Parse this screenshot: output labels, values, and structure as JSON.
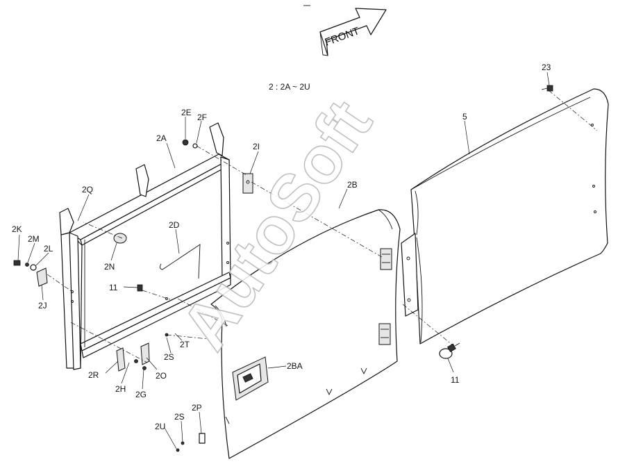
{
  "header": {
    "front_label": "FRONT",
    "range_note": "2 : 2A ~ 2U"
  },
  "watermark": "AutoSoft",
  "callouts": [
    {
      "id": "2A",
      "text": "2A"
    },
    {
      "id": "2B",
      "text": "2B"
    },
    {
      "id": "2BA",
      "text": "2BA"
    },
    {
      "id": "2D",
      "text": "2D"
    },
    {
      "id": "2E",
      "text": "2E"
    },
    {
      "id": "2F",
      "text": "2F"
    },
    {
      "id": "2G",
      "text": "2G"
    },
    {
      "id": "2H",
      "text": "2H"
    },
    {
      "id": "2I",
      "text": "2I"
    },
    {
      "id": "2J",
      "text": "2J"
    },
    {
      "id": "2K",
      "text": "2K"
    },
    {
      "id": "2L",
      "text": "2L"
    },
    {
      "id": "2M",
      "text": "2M"
    },
    {
      "id": "2N",
      "text": "2N"
    },
    {
      "id": "2O",
      "text": "2O"
    },
    {
      "id": "2P",
      "text": "2P"
    },
    {
      "id": "2Q",
      "text": "2Q"
    },
    {
      "id": "2R",
      "text": "2R"
    },
    {
      "id": "2S_a",
      "text": "2S"
    },
    {
      "id": "2S_b",
      "text": "2S"
    },
    {
      "id": "2T",
      "text": "2T"
    },
    {
      "id": "2U",
      "text": "2U"
    },
    {
      "id": "5",
      "text": "5"
    },
    {
      "id": "11_a",
      "text": "11"
    },
    {
      "id": "11_b",
      "text": "11"
    },
    {
      "id": "23",
      "text": "23"
    }
  ]
}
